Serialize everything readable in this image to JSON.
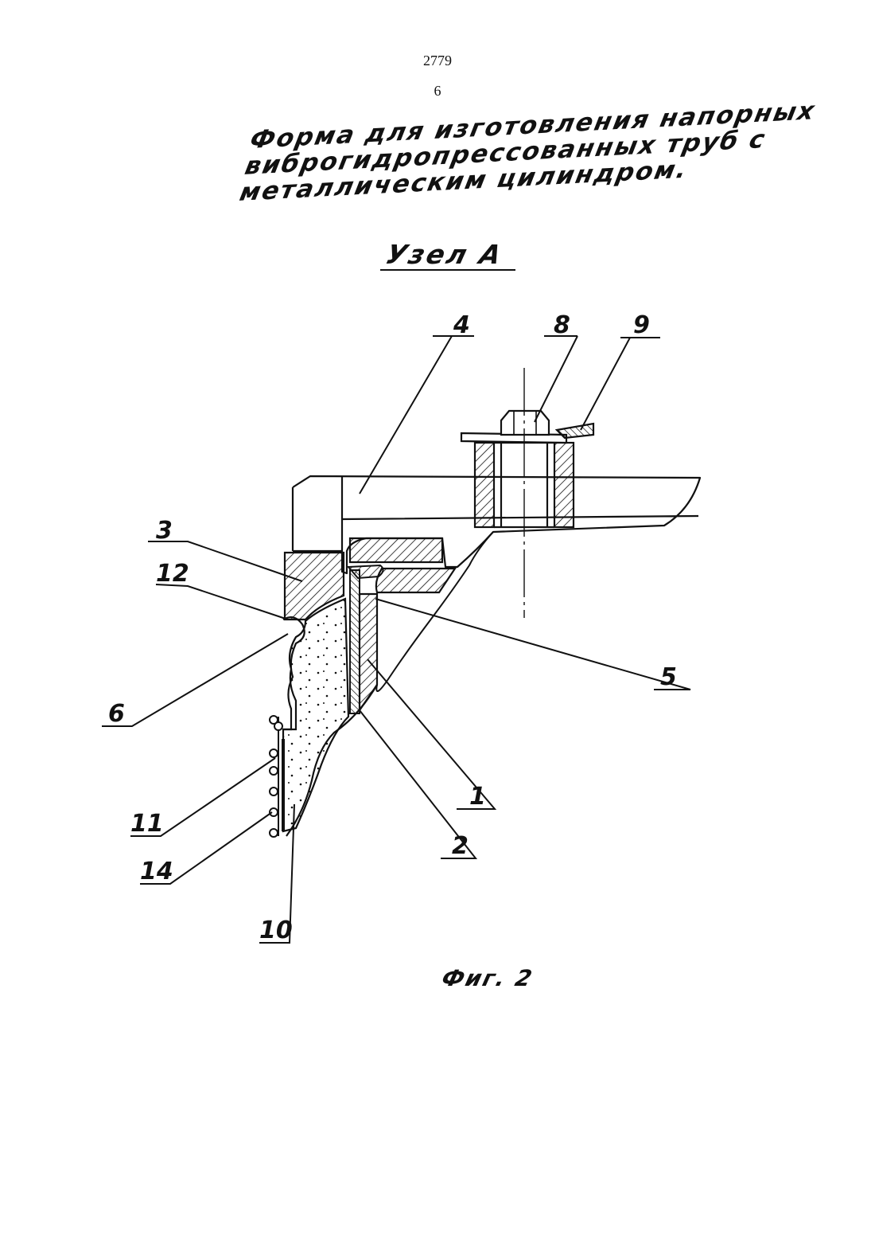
{
  "page_numbers": [
    "2779",
    "6"
  ],
  "title_lines": [
    "Форма для изготовления напорных",
    "виброгидропрессованных труб с",
    "металлическим цилиндром."
  ],
  "detail_label": "Узел А",
  "figure_caption": "Фиг. 2",
  "part_labels": {
    "p1": "1",
    "p2": "2",
    "p3": "3",
    "p4": "4",
    "p5": "5",
    "p6": "6",
    "p8": "8",
    "p9": "9",
    "p10": "10",
    "p11": "11",
    "p12": "12",
    "p14": "14"
  }
}
